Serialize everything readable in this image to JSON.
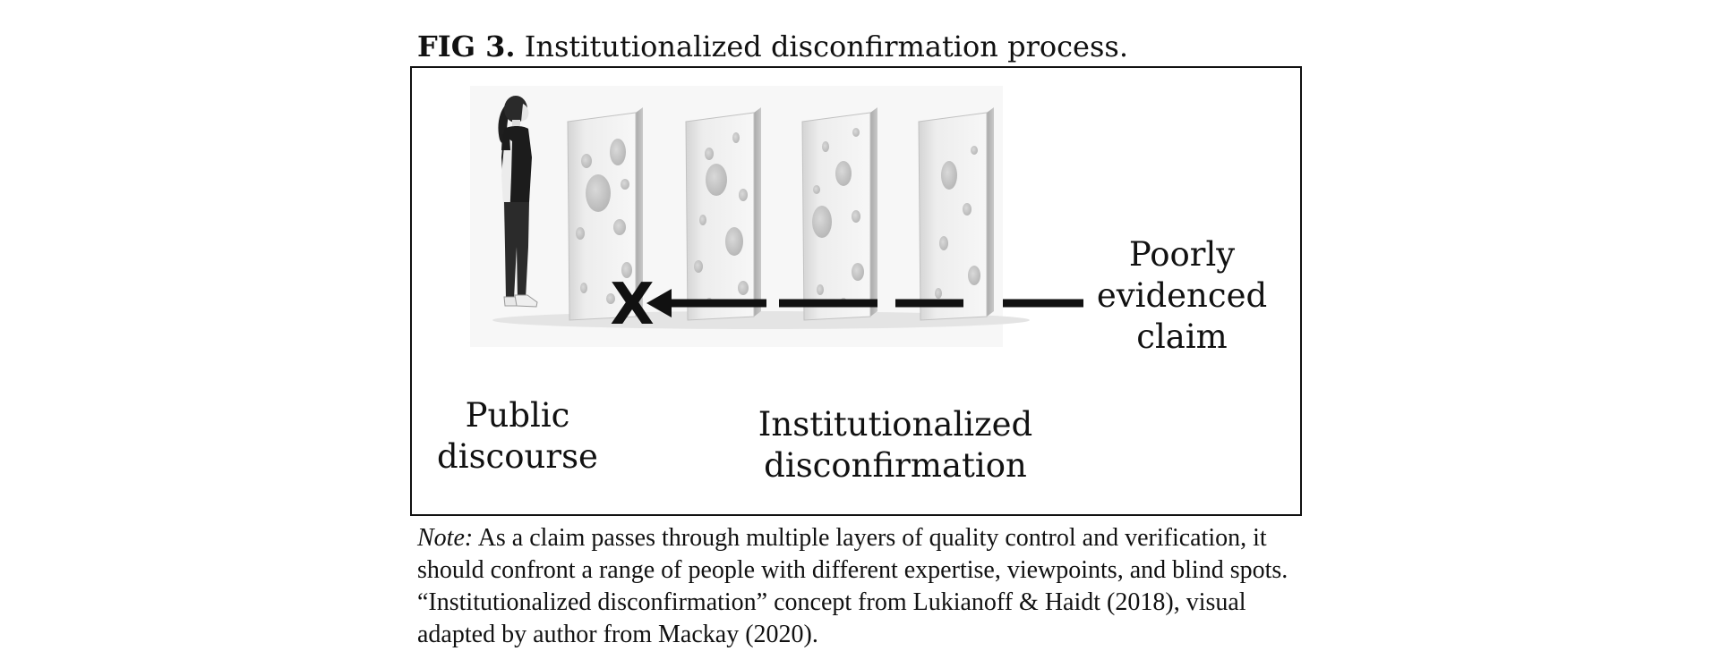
{
  "caption": {
    "label": "FIG 3.",
    "title": "Institutionalized disconfirmation process."
  },
  "diagram": {
    "labels": {
      "public": "Public discourse",
      "institutional": "Institutionalized disconfirmation",
      "claim": "Poorly evidenced claim"
    },
    "block_marker": "X",
    "layer_count": 4,
    "arrow_direction": "right-to-left"
  },
  "note": {
    "label": "Note:",
    "text": "As a claim passes through multiple layers of quality control and verification, it should confront a range of people with different expertise, viewpoints, and blind spots. “Institutionalized disconfirmation” concept from Lukianoff & Haidt (2018), visual adapted by author from Mackay (2020)."
  }
}
